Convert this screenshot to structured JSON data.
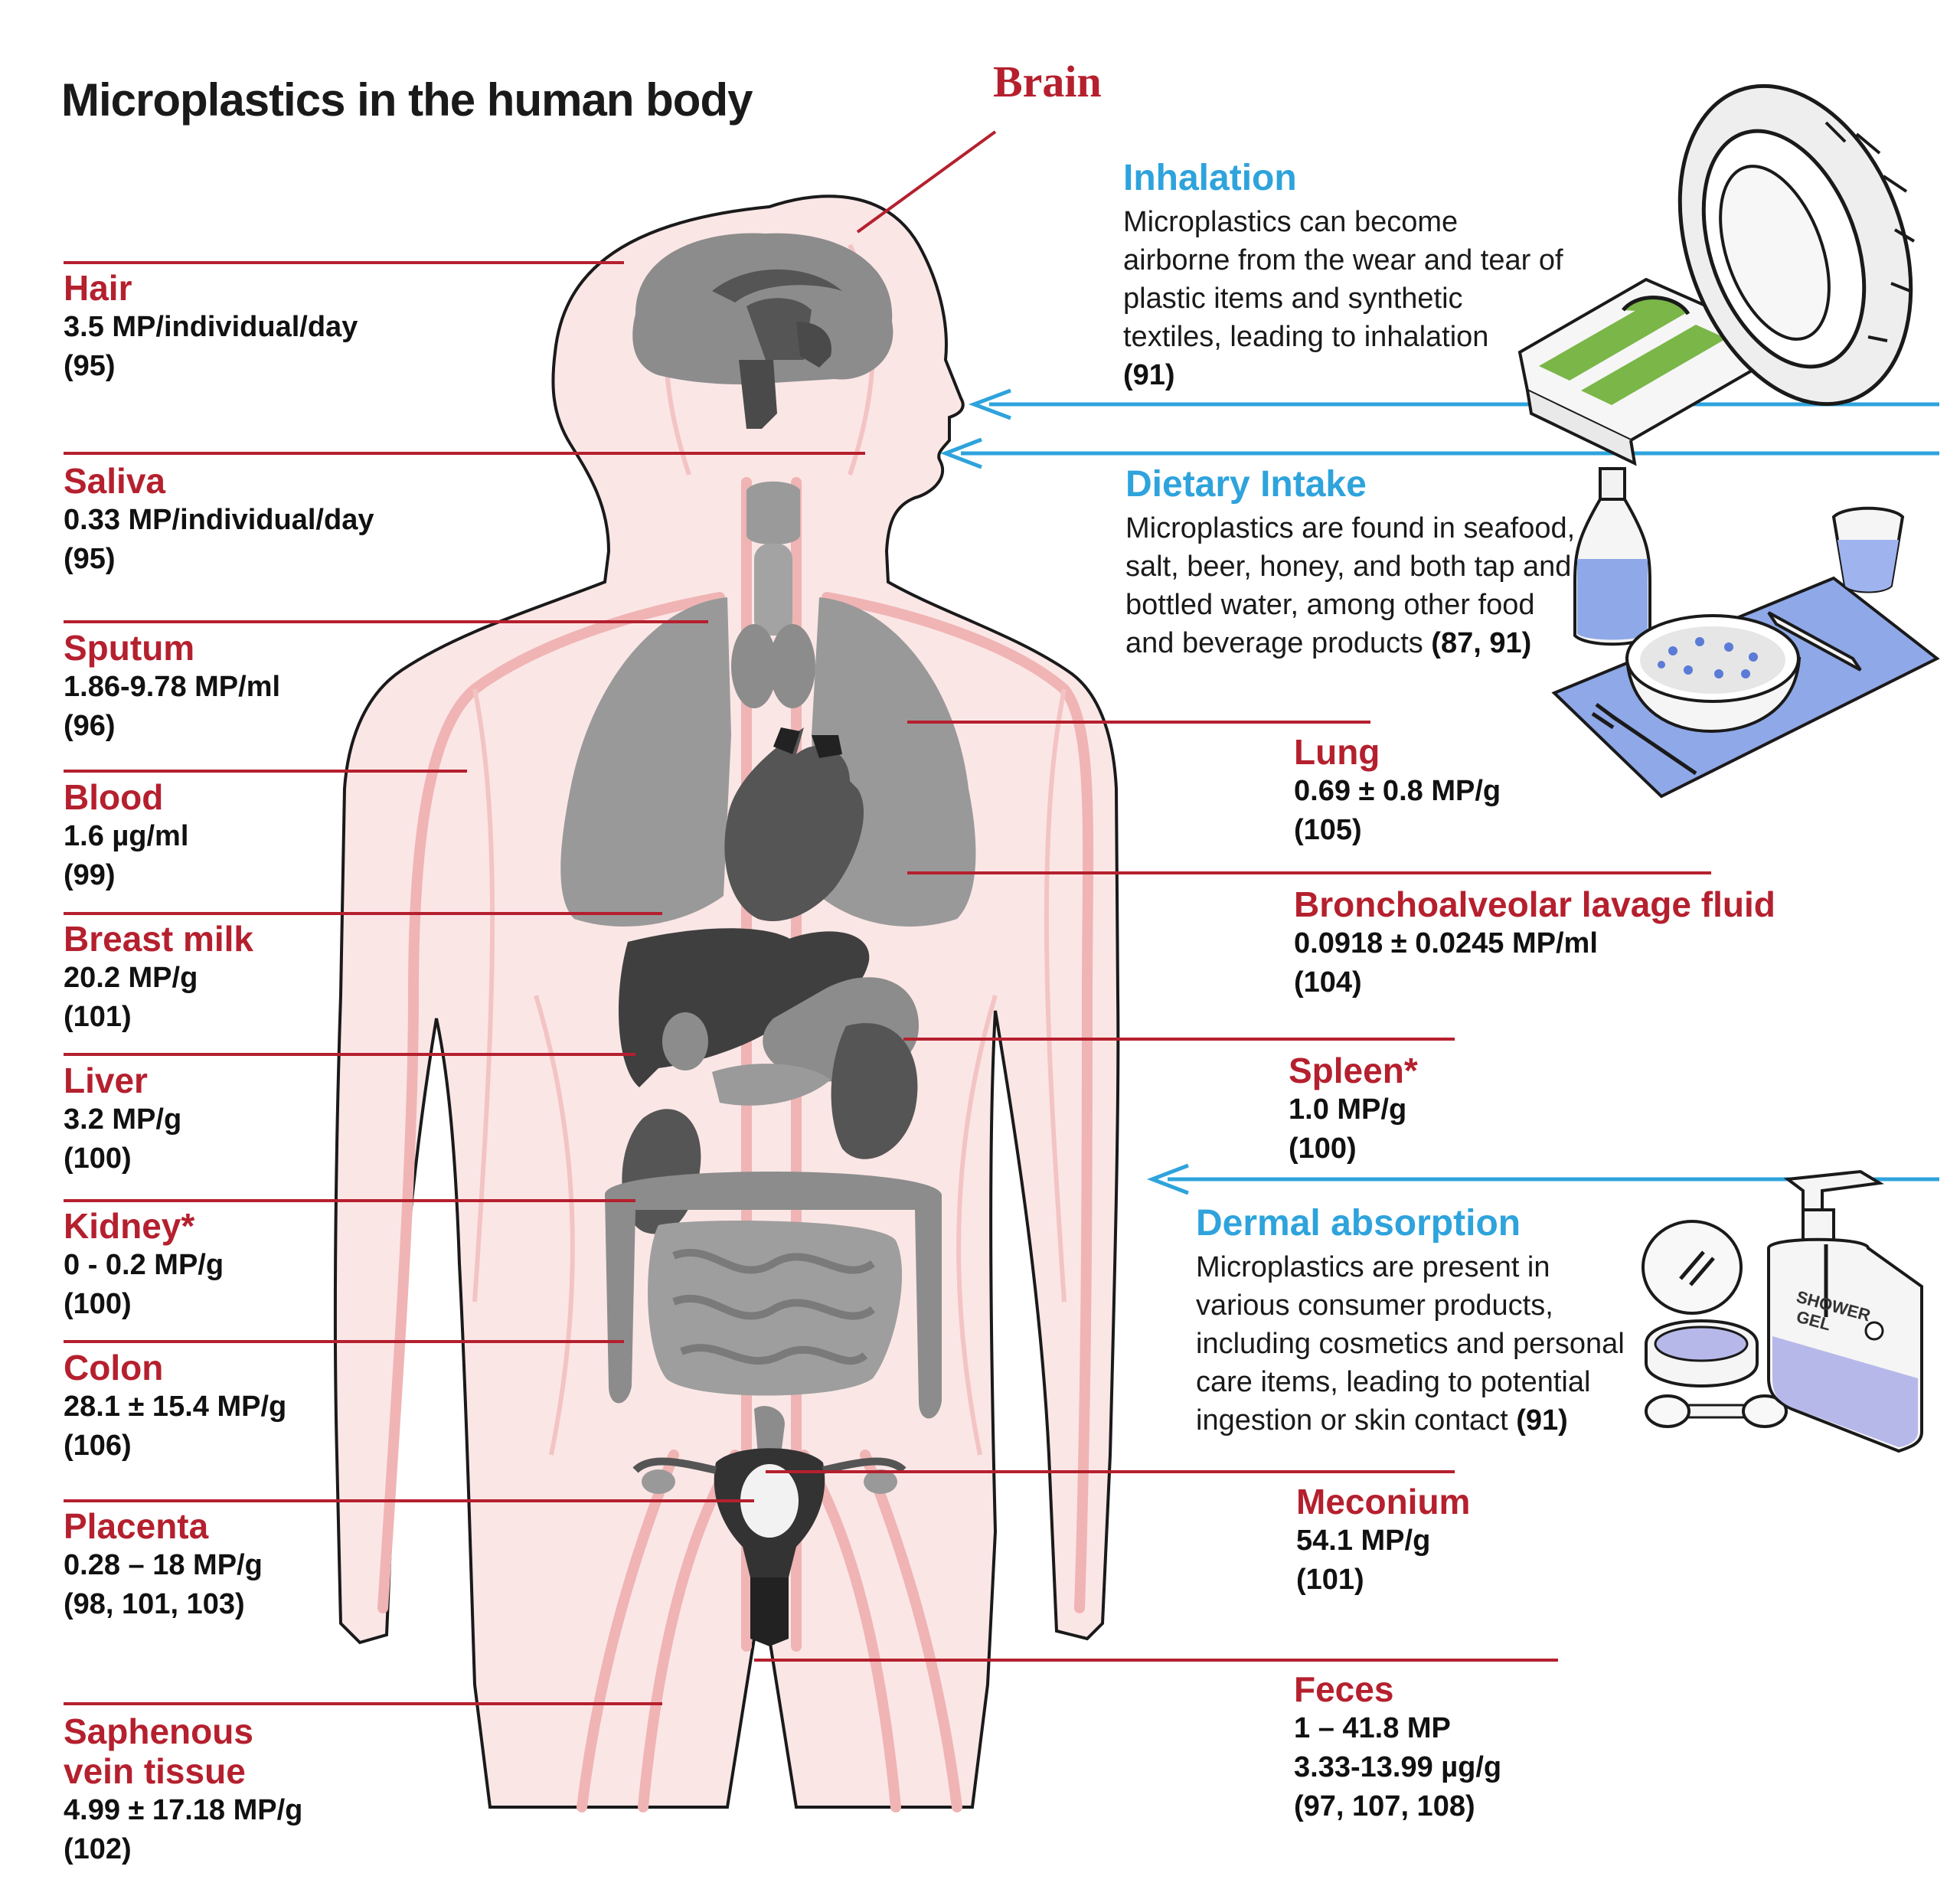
{
  "title": "Microplastics in the human body",
  "brain_label": "Brain",
  "colors": {
    "organ_label": "#b5202e",
    "route_title": "#2ea3dc",
    "leader_line": "#b5202e",
    "route_arrow": "#2ea3dc",
    "body_fill": "#fbe6e6",
    "vessel": "#f0b4b4",
    "organ_gray": "#8c8c8c",
    "organ_dark": "#3f3f3f"
  },
  "left_labels": [
    {
      "name": "Hair",
      "value": "3.5 MP/individual/day",
      "ref": "(95)"
    },
    {
      "name": "Saliva",
      "value": "0.33 MP/individual/day",
      "ref": "(95)"
    },
    {
      "name": "Sputum",
      "value": "1.86-9.78 MP/ml",
      "ref": "(96)"
    },
    {
      "name": "Blood",
      "value": "1.6 µg/ml",
      "ref": "(99)"
    },
    {
      "name": "Breast milk",
      "value": "20.2 MP/g",
      "ref": "(101)"
    },
    {
      "name": "Liver",
      "value": "3.2 MP/g",
      "ref": "(100)"
    },
    {
      "name": "Kidney*",
      "value": "0 - 0.2 MP/g",
      "ref": "(100)"
    },
    {
      "name": "Colon",
      "value": "28.1 ± 15.4 MP/g",
      "ref": "(106)"
    },
    {
      "name": "Placenta",
      "value": "0.28 – 18 MP/g",
      "ref": "(98, 101, 103)"
    },
    {
      "name": "Saphenous",
      "name2": "vein tissue",
      "value": "4.99 ± 17.18 MP/g",
      "ref": "(102)"
    }
  ],
  "right_labels": [
    {
      "name": "Lung",
      "value": "0.69 ± 0.8  MP/g",
      "ref": "(105)"
    },
    {
      "name": "Bronchoalveolar lavage fluid",
      "value": "0.0918 ± 0.0245 MP/ml",
      "ref": "(104)"
    },
    {
      "name": "Spleen*",
      "value": "1.0 MP/g",
      "ref": "(100)"
    },
    {
      "name": "Meconium",
      "value": "54.1 MP/g",
      "ref": "(101)"
    },
    {
      "name": "Feces",
      "value": "1 – 41.8 MP",
      "value2": "3.33-13.99 µg/g",
      "ref": "(97, 107, 108)"
    }
  ],
  "routes": [
    {
      "title": "Inhalation",
      "lines": [
        "Microplastics can become",
        "airborne from the wear and tear of",
        "plastic items and synthetic",
        "textiles, leading to inhalation"
      ],
      "ref": "(91)"
    },
    {
      "title": "Dietary Intake",
      "lines": [
        "Microplastics are found in seafood,",
        "salt, beer, honey, and both tap and",
        "bottled water, among other food",
        "and beverage products"
      ],
      "ref": "(87, 91)"
    },
    {
      "title": "Dermal absorption",
      "lines": [
        "Microplastics are present in",
        "various consumer products,",
        "including cosmetics and personal",
        "care items, leading to potential",
        "ingestion or skin contact"
      ],
      "ref": "(91)"
    }
  ],
  "icons": [
    "tire-icon",
    "folded-shirt-icon",
    "bottle-icon",
    "glass-icon",
    "food-bowl-icon",
    "fork-icon",
    "knife-icon",
    "compact-case-icon",
    "shower-gel-bottle-icon",
    "cotton-swab-icon"
  ],
  "shower_gel_label": [
    "SHOWER",
    "GEL"
  ]
}
